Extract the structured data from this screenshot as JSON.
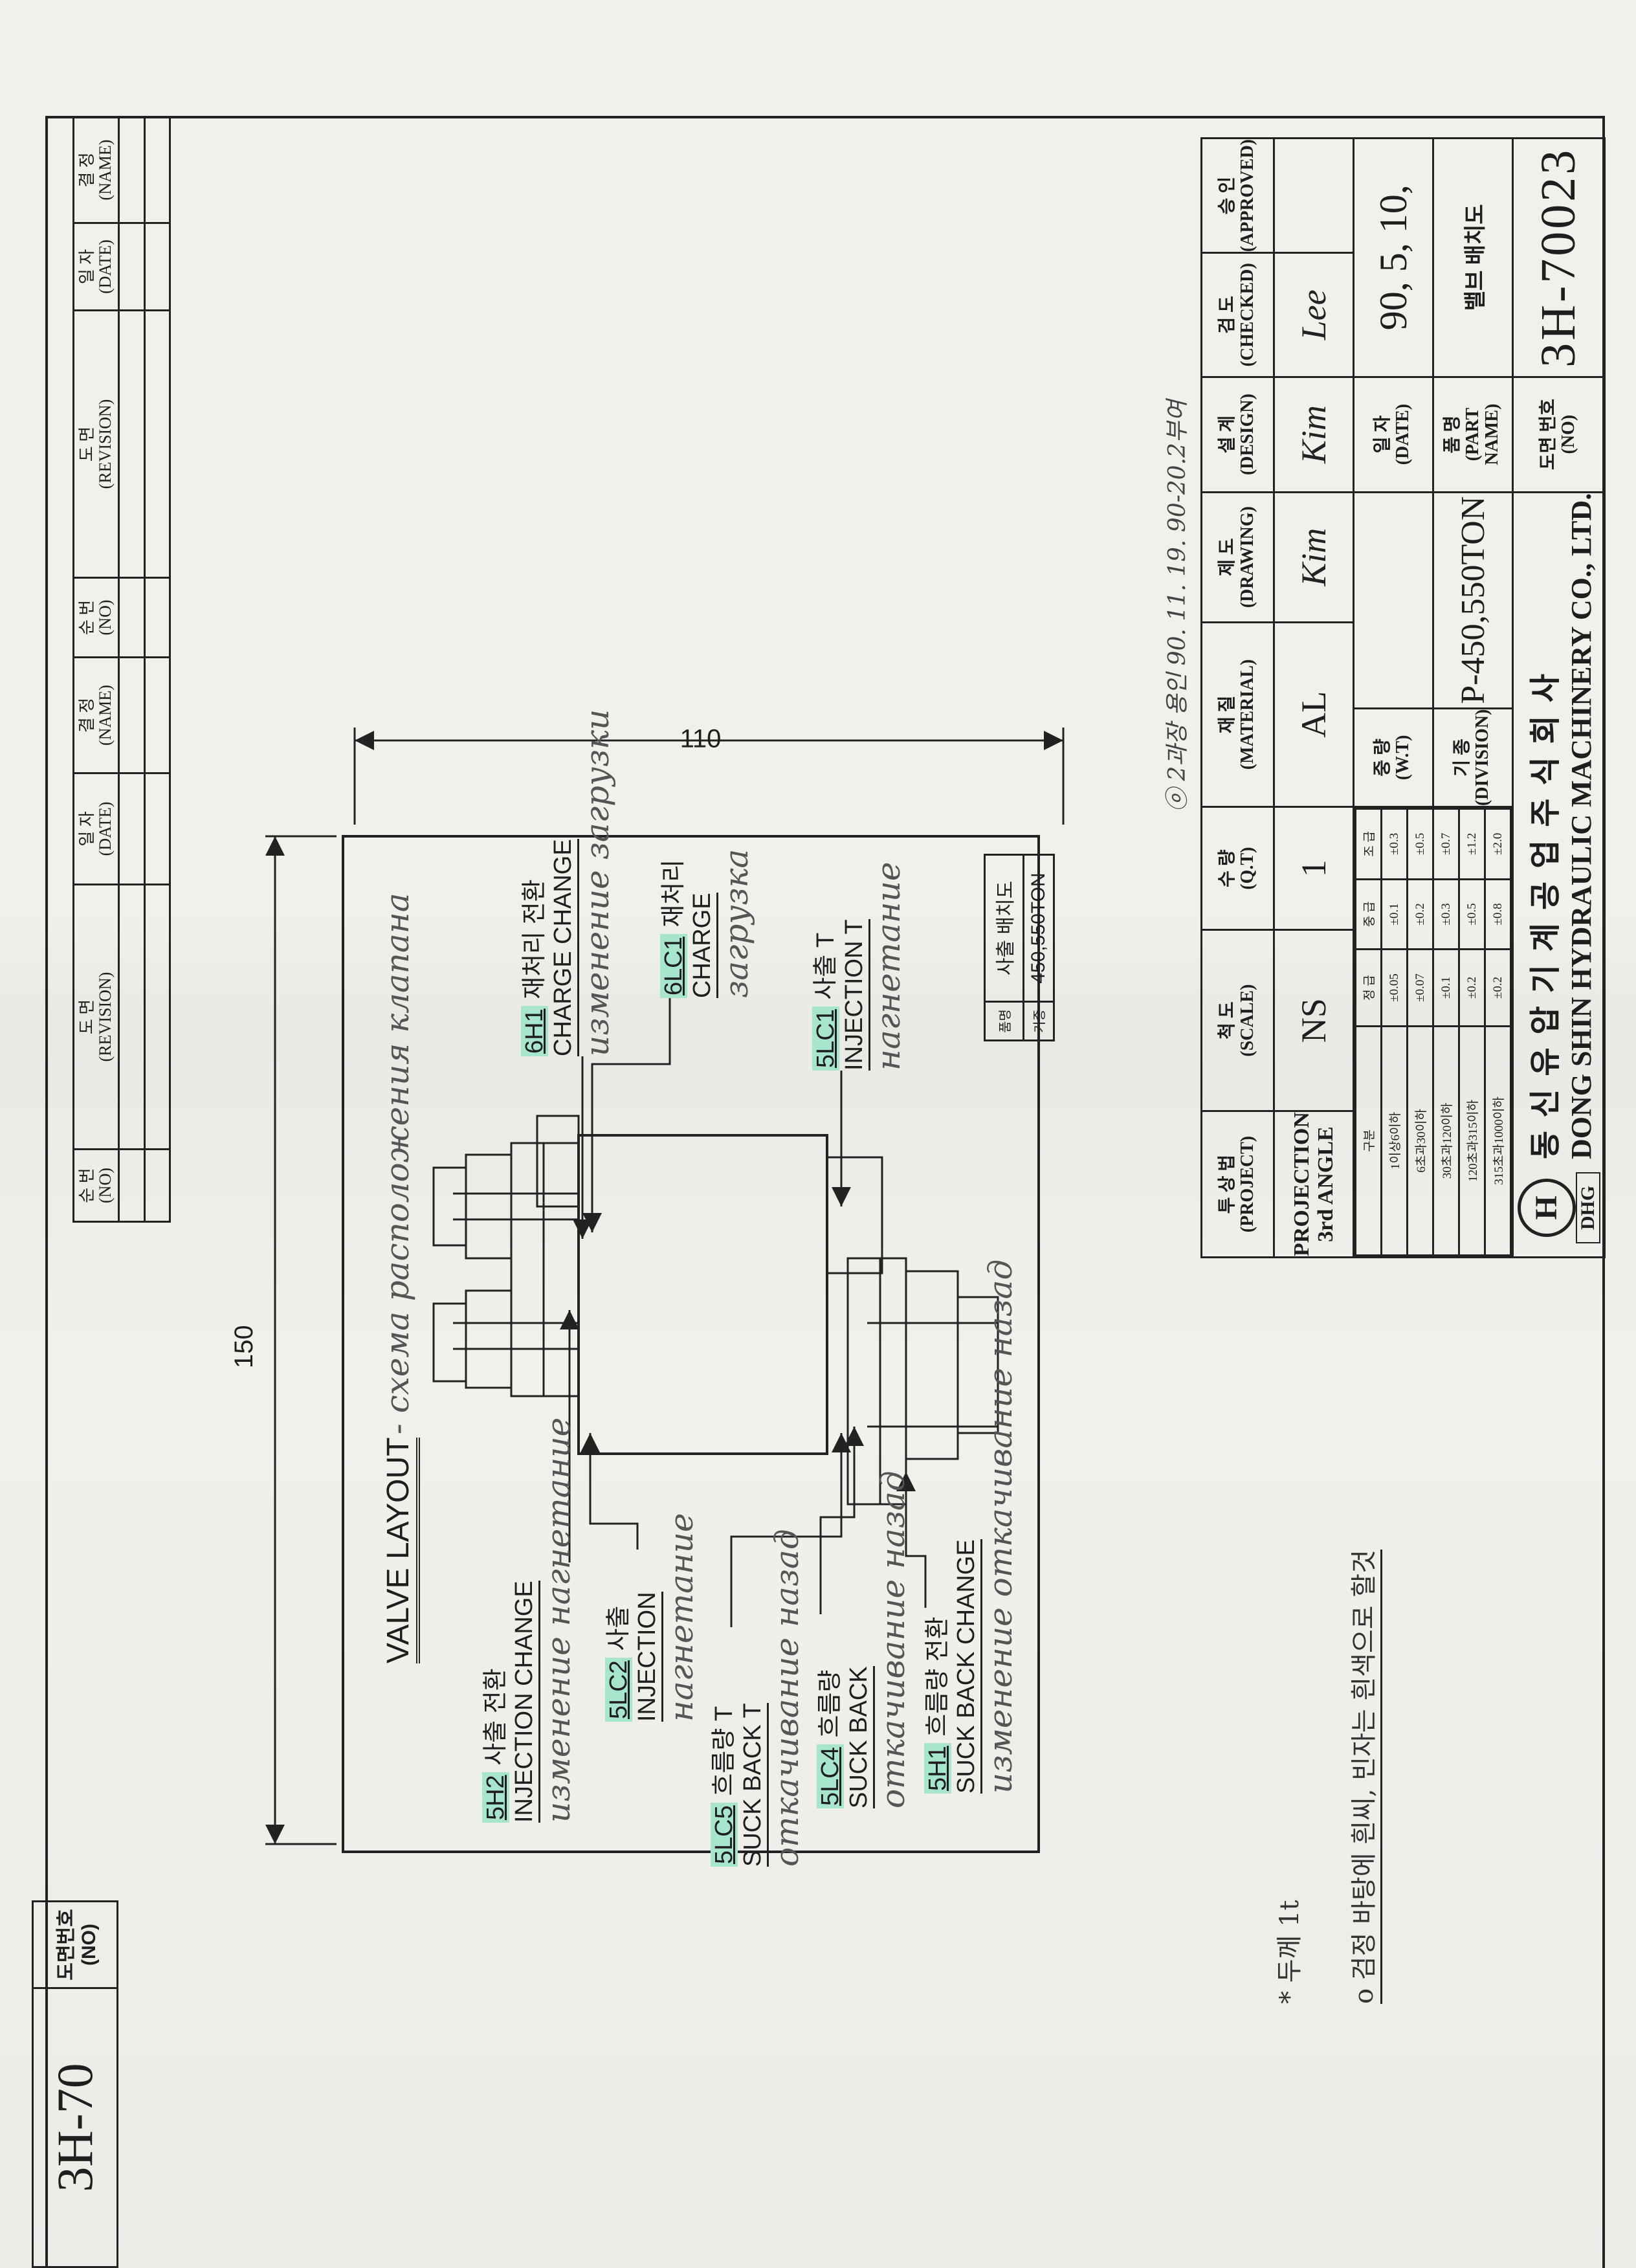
{
  "revision_table": {
    "headers": [
      {
        "ko": "순 번",
        "en": "(NO)"
      },
      {
        "ko": "도 면",
        "en": "(REVISION)"
      },
      {
        "ko": "일 자",
        "en": "(DATE)"
      },
      {
        "ko": "결 정",
        "en": "(NAME)"
      },
      {
        "ko": "순 번",
        "en": "(NO)"
      },
      {
        "ko": "도 면",
        "en": "(REVISION)"
      },
      {
        "ko": "일 자",
        "en": "(DATE)"
      },
      {
        "ko": "결 정",
        "en": "(NAME)"
      }
    ]
  },
  "drawing_no_box": {
    "label_ko": "도면번호",
    "label_en": "(NO)",
    "value": "3H-70"
  },
  "drawing": {
    "title": "VALVE LAYOUT",
    "title_handwritten": "- схема расположения клапана",
    "dim_width": "150",
    "dim_height": "110",
    "labels": [
      {
        "code": "5H2",
        "ko": "사출 전환",
        "en": "INJECTION CHANGE",
        "hand": "изменение нагнетание"
      },
      {
        "code": "5LC2",
        "ko": "사출",
        "en": "INJECTION",
        "hand": "нагнетание"
      },
      {
        "code": "5LC5",
        "ko": "흐름량 T",
        "en": "SUCK BACK T",
        "hand": "откачивание назад"
      },
      {
        "code": "5LC4",
        "ko": "흐름량",
        "en": "SUCK BACK",
        "hand": "откачивание назад"
      },
      {
        "code": "5H1",
        "ko": "흐름량 전환",
        "en": "SUCK BACK CHANGE",
        "hand": "изменение откачивание назад"
      },
      {
        "code": "6H1",
        "ko": "재처리 전환",
        "en": "CHARGE CHANGE",
        "hand": "изменение загрузки"
      },
      {
        "code": "6LC1",
        "ko": "재처리",
        "en": "CHARGE",
        "hand": "загрузка"
      },
      {
        "code": "5LC1",
        "ko": "사출 T",
        "en": "INJECTION T",
        "hand": "нагнетание"
      }
    ],
    "spec_table": [
      {
        "k": "품명",
        "v": "사출 배치도"
      },
      {
        "k": "기종",
        "v": "450,550TON"
      }
    ]
  },
  "notes": [
    "* 두께 1t",
    "o 검정 바탕에 흰씨, 빈자는 흰색으로 할것"
  ],
  "approval_note": "ⓞ 2과장 용인 90. 11. 19. 90-20.2부여",
  "title_block": {
    "headers": [
      {
        "ko": "투 상 법",
        "en": "(PROJECT)"
      },
      {
        "ko": "척 도",
        "en": "(SCALE)"
      },
      {
        "ko": "수 량",
        "en": "(Q.T)"
      },
      {
        "ko": "재 질",
        "en": "(MATERIAL)"
      },
      {
        "ko": "제 도",
        "en": "(DRAWING)"
      },
      {
        "ko": "설 계",
        "en": "(DESIGN)"
      },
      {
        "ko": "검 도",
        "en": "(CHECKED)"
      },
      {
        "ko": "승 인",
        "en": "(APPROVED)"
      }
    ],
    "projection_1": "PROJECTION",
    "projection_2": "3rd ANGLE",
    "scale": "NS",
    "qty": "1",
    "material": "AL",
    "sig_drawing": "Kim",
    "sig_design": "Kim",
    "sig_checked": "Lee",
    "tolerance": {
      "header": [
        "구분",
        "정 급",
        "중 급",
        "조 급"
      ],
      "rows": [
        [
          "1이상6이하",
          "±0.05",
          "±0.1",
          "±0.3"
        ],
        [
          "6초과30이하",
          "±0.07",
          "±0.2",
          "±0.5"
        ],
        [
          "30초과120이하",
          "±0.1",
          "±0.3",
          "±0.7"
        ],
        [
          "120초과315이하",
          "±0.2",
          "±0.5",
          "±1.2"
        ],
        [
          "315초과1000이하",
          "±0.2",
          "±0.8",
          "±2.0"
        ]
      ]
    },
    "weight_label_ko": "중 량",
    "weight_label_en": "(W.T)",
    "division_label_ko": "기 종",
    "division_label_en": "(DIVISION)",
    "division": "P-450,550TON",
    "date_label_ko": "일 자",
    "date_label_en": "(DATE)",
    "date": "90, 5, 10,",
    "part_label_ko": "품 명",
    "part_label_en": "(PART NAME)",
    "part_name": "밸브 배치도",
    "no_label_ko": "도면 번호",
    "no_label_en": "(NO)",
    "drawing_no": "3H-70023",
    "company_ko": "동 신 유 압 기 계 공 업 주 식 회 사",
    "company_en": "DONG SHIN HYDRAULIC MACHINERY CO., LTD.",
    "logo_text": "DHG"
  },
  "colors": {
    "highlight": "#a7e6cd",
    "ink": "#1e1e1e",
    "paper": "#f1f1ec"
  }
}
